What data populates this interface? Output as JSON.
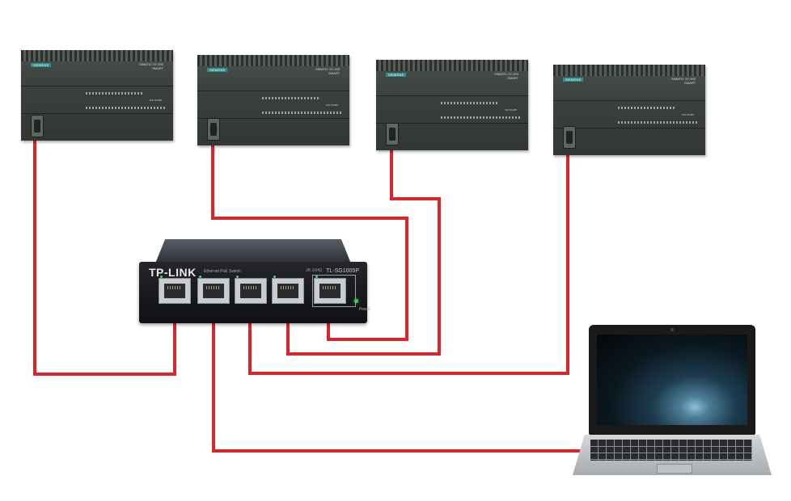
{
  "plcs": [
    {
      "id": "plc-1",
      "brand": "SIEMENS",
      "model": "SIMATIC S7-200\nSMART",
      "port_label": "X20 RS485"
    },
    {
      "id": "plc-2",
      "brand": "SIEMENS",
      "model": "SIMATIC S7-200\nSMART",
      "port_label": "X20 RS485"
    },
    {
      "id": "plc-3",
      "brand": "SIEMENS",
      "model": "SIMATIC S7-200\nSMART",
      "port_label": "X20 RS485"
    },
    {
      "id": "plc-4",
      "brand": "SIEMENS",
      "model": "SIMATIC S7-200\nSMART",
      "port_label": "X20 RS485"
    }
  ],
  "switch": {
    "logo": "TP-LINK",
    "subtitle": "Ethernet PoE Switch",
    "model": "TL-SG1005P",
    "poe_label": "JR 10/42",
    "power_label": "Power",
    "port_count": 5
  },
  "colors": {
    "cable": "#d9262c",
    "plc_body": "#3a403c",
    "switch_body": "#1b1c20"
  }
}
